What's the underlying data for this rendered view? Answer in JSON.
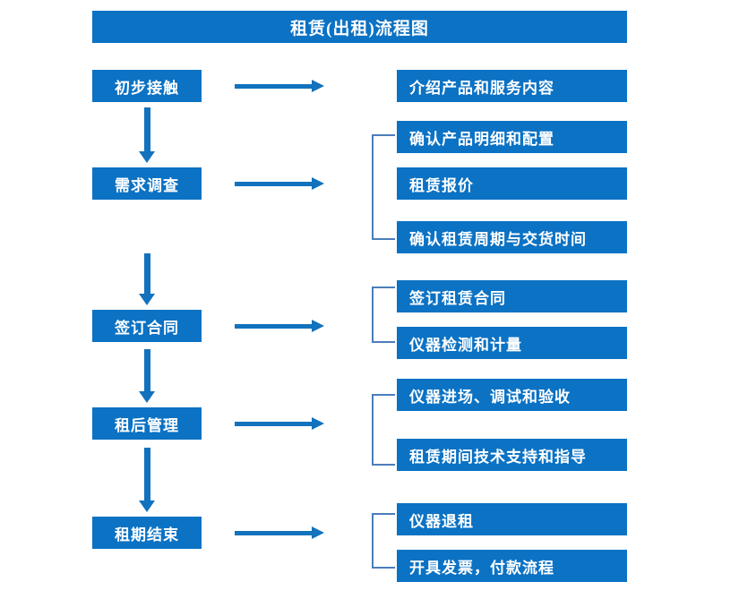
{
  "title": "租赁(出租)流程图",
  "colors": {
    "box_blue": "#0b72c4",
    "arrow_blue": "#1272bd",
    "bracket_blue": "#4a7ebb",
    "text_white": "#ffffff",
    "background": "#ffffff"
  },
  "stages": [
    {
      "label": "初步接触"
    },
    {
      "label": "需求调查"
    },
    {
      "label": "签订合同"
    },
    {
      "label": "租后管理"
    },
    {
      "label": "租期结束"
    }
  ],
  "details": {
    "group1": [
      {
        "label": "介绍产品和服务内容"
      }
    ],
    "group2": [
      {
        "label": "确认产品明细和配置"
      },
      {
        "label": "租赁报价"
      },
      {
        "label": "确认租赁周期与交货时间"
      }
    ],
    "group3": [
      {
        "label": "签订租赁合同"
      },
      {
        "label": "仪器检测和计量"
      }
    ],
    "group4": [
      {
        "label": "仪器进场、调试和验收"
      },
      {
        "label": "租赁期间技术支持和指导"
      }
    ],
    "group5": [
      {
        "label": "仪器退租"
      },
      {
        "label": "开具发票，付款流程"
      }
    ]
  },
  "connectors": {
    "horizontal_arrow_icon": "arrow-right-icon",
    "vertical_arrow_icon": "arrow-down-icon",
    "bracket_icon": "group-bracket-icon"
  }
}
